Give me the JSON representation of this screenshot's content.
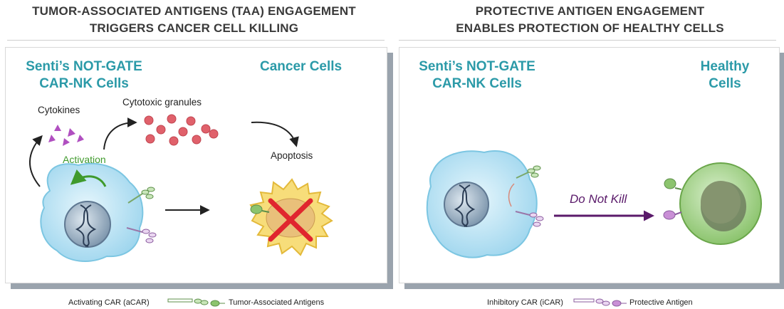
{
  "left_panel": {
    "heading_line1": "TUMOR-ASSOCIATED ANTIGENS (TAA) ENGAGEMENT",
    "heading_line2": "TRIGGERS CANCER CELL KILLING",
    "car_nk_line1": "Senti’s NOT-GATE",
    "car_nk_line2": "CAR-NK Cells",
    "target_label": "Cancer Cells",
    "cytokines_label": "Cytokines",
    "granules_label": "Cytotoxic granules",
    "activation_label": "Activation",
    "apoptosis_label": "Apoptosis",
    "legend_car": "Activating CAR (aCAR)",
    "legend_antigen": "Tumor-Associated Antigens"
  },
  "right_panel": {
    "heading_line1": "PROTECTIVE ANTIGEN ENGAGEMENT",
    "heading_line2": "ENABLES PROTECTION OF HEALTHY CELLS",
    "car_nk_line1": "Senti’s NOT-GATE",
    "car_nk_line2": "CAR-NK Cells",
    "target_line1": "Healthy",
    "target_line2": "Cells",
    "arrow_label": "Do Not Kill",
    "legend_car": "Inhibitory CAR (iCAR)",
    "legend_antigen": "Protective Antigen"
  },
  "colors": {
    "teal_title": "#2b9aa8",
    "nk_cell": "#b7e3f3",
    "cytokine": "#b04fc0",
    "granule": "#e0616b",
    "activation": "#3f9a2c",
    "kill_cross": "#e0262e",
    "healthy_cell": "#9fcf8a",
    "do_not_kill": "#5a1a6a",
    "activating_antigen": "#8cc46e",
    "protective_antigen": "#c98fd6"
  }
}
